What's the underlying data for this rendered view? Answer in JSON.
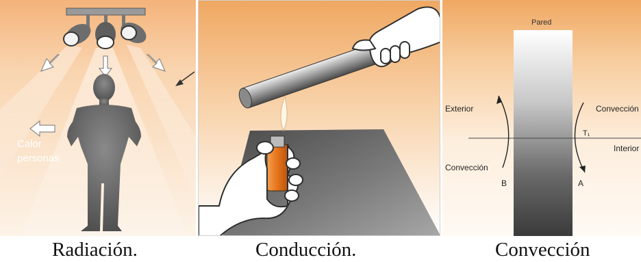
{
  "panels": {
    "radiation": {
      "heat_label_line1": "Calor",
      "heat_label_line2": "personas",
      "caption": "Radiación."
    },
    "conduction": {
      "caption": "Conducción."
    },
    "convection": {
      "wall_label": "Pared",
      "exterior_label": "Exterior",
      "convection_right_label": "Convección",
      "t1_label": "T₁",
      "interior_label": "Interior",
      "convection_left_label": "Convección",
      "b_label": "B",
      "a_label": "A",
      "caption": "Convección"
    }
  },
  "colors": {
    "warm_orange": "#f4b37a",
    "flame_orange": "#e8731a",
    "figure_gray": "#6e6e6e"
  }
}
